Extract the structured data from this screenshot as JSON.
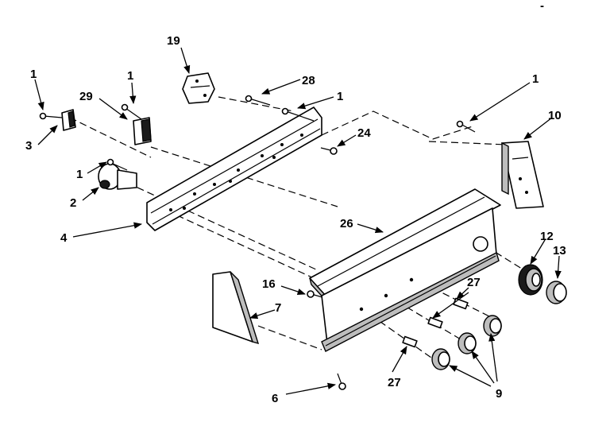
{
  "callouts": {
    "c1a": "1",
    "c1b": "1",
    "c1c": "1",
    "c1d": "1",
    "c1e": "1",
    "c2": "2",
    "c3": "3",
    "c4": "4",
    "c6": "6",
    "c7": "7",
    "c9": "9",
    "c10": "10",
    "c12": "12",
    "c13": "13",
    "c16": "16",
    "c19": "19",
    "c24": "24",
    "c26": "26",
    "c27a": "27",
    "c27b": "27",
    "c28": "28",
    "c29": "29"
  },
  "corner_mark": "-"
}
